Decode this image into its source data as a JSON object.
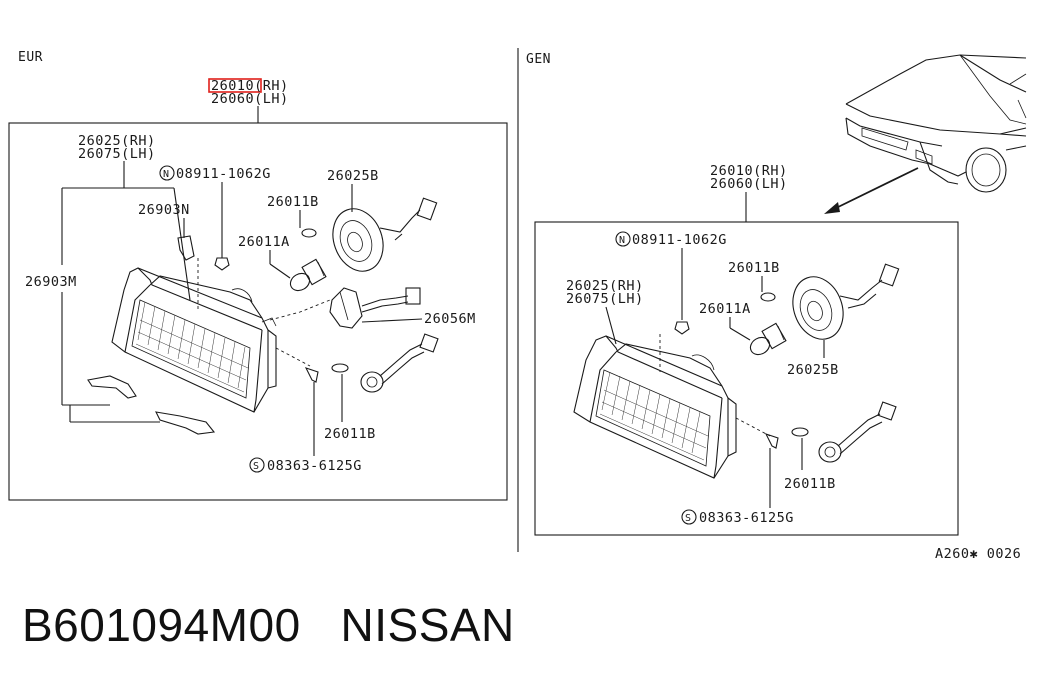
{
  "sections": {
    "left": "EUR",
    "right": "GEN"
  },
  "eur": {
    "top_rh": "26010(RH)",
    "top_lh": "26060(LH)",
    "p26025_rh": "26025(RH)",
    "p26075_lh": "26075(LH)",
    "nut": "08911-1062G",
    "p26025B": "26025B",
    "p26011B_top": "26011B",
    "p26903N": "26903N",
    "p26011A": "26011A",
    "p26903M": "26903M",
    "p26056M": "26056M",
    "p26011B_bottom": "26011B",
    "screw": "08363-6125G"
  },
  "gen": {
    "top_rh": "26010(RH)",
    "top_lh": "26060(LH)",
    "nut": "08911-1062G",
    "p26011B_top": "26011B",
    "p26025_rh": "26025(RH)",
    "p26075_lh": "26075(LH)",
    "p26011A": "26011A",
    "p26025B": "26025B",
    "p26011B_bottom": "26011B",
    "screw": "08363-6125G"
  },
  "symbols": {
    "nut_prefix": "N",
    "screw_prefix": "S"
  },
  "ref_code": "A260✱ 0026",
  "footer": {
    "part_number": "B601094M00",
    "brand": "NISSAN"
  },
  "colors": {
    "highlight": "#e0201a",
    "line": "#1a1a1a"
  }
}
